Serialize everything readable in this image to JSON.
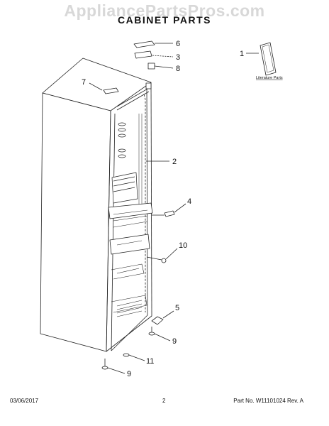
{
  "watermark": "AppliancePartsPros.com",
  "title": "CABINET PARTS",
  "literature_label": "Literature Parts",
  "callouts": {
    "c1": "1",
    "c2": "2",
    "c3": "3",
    "c4": "4",
    "c5": "5",
    "c6": "6",
    "c7": "7",
    "c8": "8",
    "c9a": "9",
    "c9b": "9",
    "c10": "10",
    "c11": "11"
  },
  "footer": {
    "date": "03/06/2017",
    "page": "2",
    "part_number": "Part No. W11101024  Rev. A"
  }
}
